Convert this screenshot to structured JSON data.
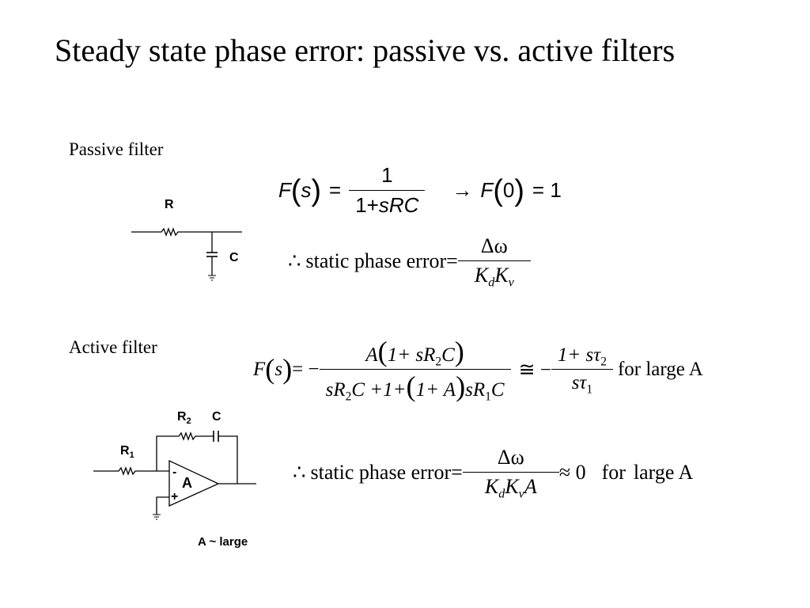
{
  "title": "Steady state phase error: passive vs. active filters",
  "passive": {
    "label": "Passive filter",
    "circuit": {
      "r_label": "R",
      "c_label": "C"
    },
    "transfer": {
      "lhs": "F",
      "var": "s",
      "eq": "=",
      "num": "1",
      "den_prefix": "1+",
      "den_var": "sRC",
      "arrow": "→",
      "result_fn": "F",
      "result_arg": "0",
      "result_val": "= 1"
    },
    "error": {
      "prefix": "∴",
      "text": "static phase error",
      "eq": "=",
      "num": "Δω",
      "den_k": "K",
      "den_sub1": "d",
      "den_k2": "K",
      "den_sub2": "v"
    }
  },
  "active": {
    "label": "Active filter",
    "circuit": {
      "r2_label": "R",
      "r2_sub": "2",
      "c_label": "C",
      "r1_label": "R",
      "r1_sub": "1",
      "minus": "-",
      "plus": "+",
      "amp_label": "A",
      "note": "A ~ large"
    },
    "transfer": {
      "lhs": "F",
      "var": "s",
      "eq": "= −",
      "num_a": "A",
      "num_rest": "1+ sR",
      "num_sub": "2",
      "num_c": "C",
      "den_a": "sR",
      "den_a_sub": "2",
      "den_b": "C +1+",
      "den_paren": "1+ A",
      "den_c": "sR",
      "den_c_sub": "1",
      "den_d": "C",
      "approx": "≅ −",
      "num2": "1+ sτ",
      "num2_sub": "2",
      "den2": "sτ",
      "den2_sub": "1",
      "suffix": "for large A"
    },
    "error": {
      "prefix": "∴",
      "text": "static phase error",
      "eq": "=",
      "num": "Δω",
      "den_k": "K",
      "den_sub1": "d",
      "den_k2": "K",
      "den_sub2": "v",
      "den_a": "A",
      "approx": "≈ 0",
      "for_word": "for",
      "suffix": "large A"
    }
  }
}
